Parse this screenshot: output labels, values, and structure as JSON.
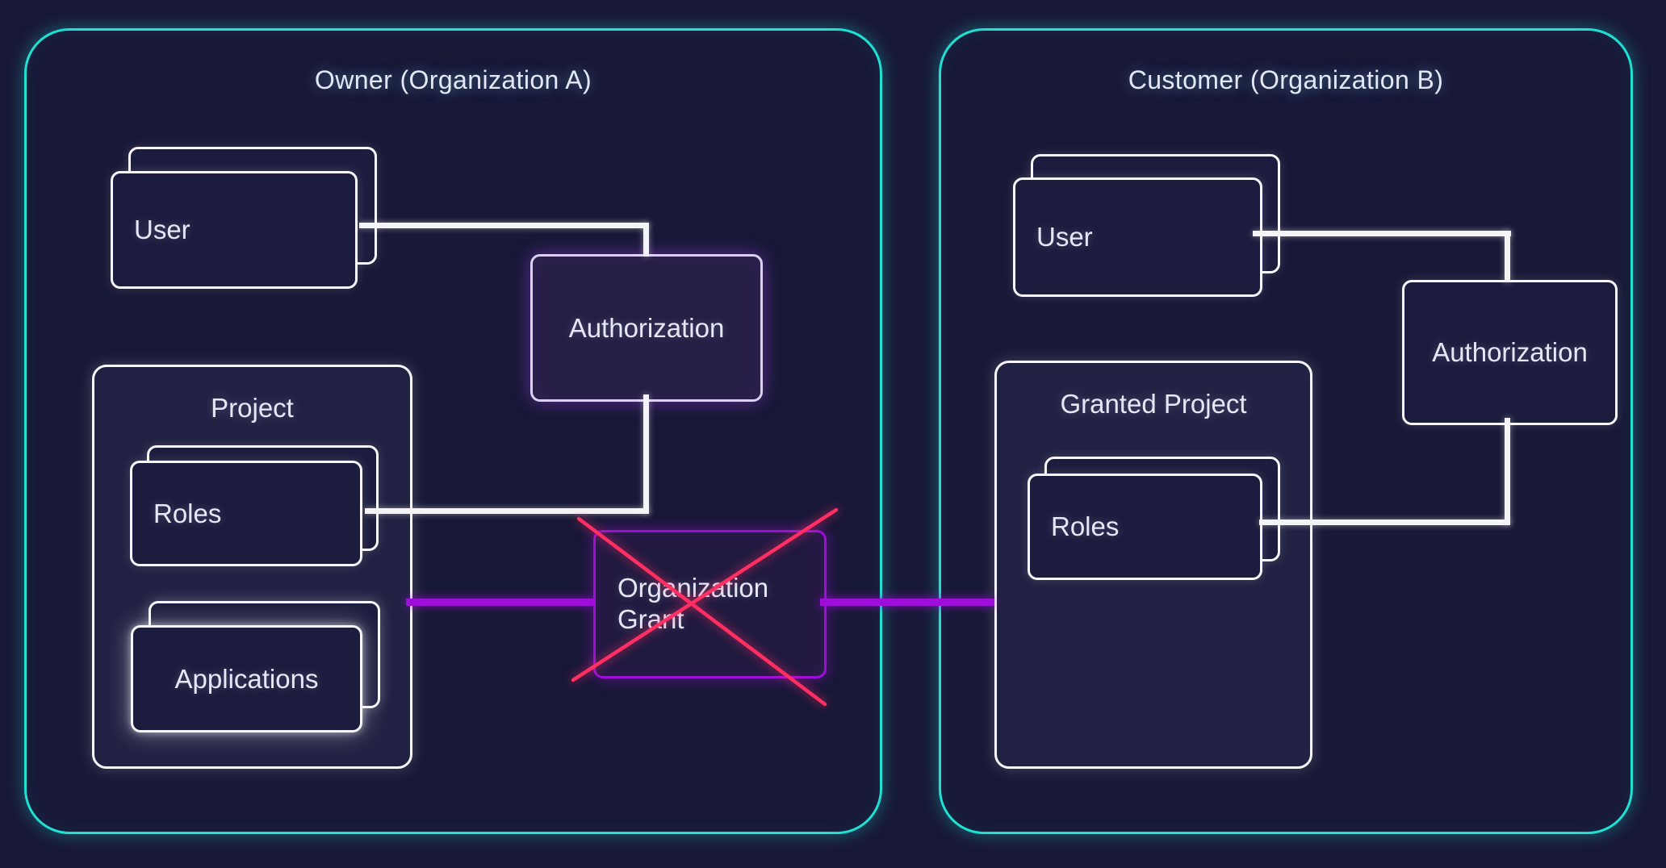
{
  "colors": {
    "bg": "#181837",
    "teal": "#1fe0d2",
    "purple": "#9d0fd8",
    "pink": "#ff2e63",
    "line-white": "#f4f4f8",
    "card-border": "#f6f6fb",
    "auth-border": "#d9d2ee",
    "text": "#e4e8f4",
    "box-fill": "#1c1c3e",
    "container-fill": "#212143",
    "grant-fill": "#211a3f",
    "auth-fill": "#251e44"
  },
  "owner": {
    "title": "Owner (Organization A)",
    "user_label": "User",
    "authorization_label": "Authorization",
    "project_label": "Project",
    "roles_label": "Roles",
    "applications_label": "Applications"
  },
  "grant": {
    "label": "Organization Grant"
  },
  "customer": {
    "title": "Customer (Organization B)",
    "user_label": "User",
    "granted_project_label": "Granted Project",
    "roles_label": "Roles",
    "authorization_label": "Authorization"
  }
}
